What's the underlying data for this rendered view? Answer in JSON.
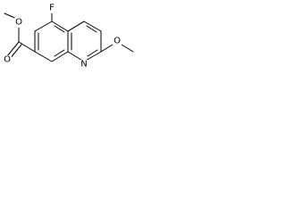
{
  "molecule": {
    "atom_labels": {
      "fluorine": "F",
      "ester_carbonyl_oxygen": "O",
      "ester_single_oxygen": "O",
      "pyridine_nitrogen": "N",
      "methoxy_oxygen": "O"
    },
    "colors": {
      "bond": "#000000",
      "label": "#000000",
      "background": "#ffffff"
    }
  }
}
